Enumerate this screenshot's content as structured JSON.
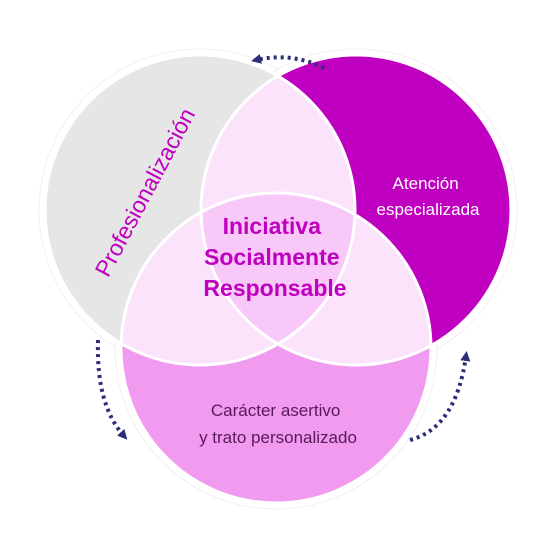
{
  "diagram": {
    "center_label": [
      "Iniciativa",
      "Socialmente",
      "Responsable"
    ],
    "circles": [
      {
        "id": "left",
        "label": [
          "Profesionalización"
        ],
        "fill": "#e6e6e6",
        "text_color": "#c000c0"
      },
      {
        "id": "right",
        "label": [
          "Atención",
          "especializada"
        ],
        "fill": "#c000c0",
        "text_color": "#ffffff"
      },
      {
        "id": "bottom",
        "label": [
          "Carácter asertivo",
          "y trato personalizado"
        ],
        "fill": "#f09af0",
        "text_color": "#5a1a5a"
      }
    ],
    "overlap_fill": "#fbe3fb",
    "center_fill": "#f8c8f8",
    "center_text_color": "#c000c0",
    "arrow_color": "#2b2f7a"
  }
}
